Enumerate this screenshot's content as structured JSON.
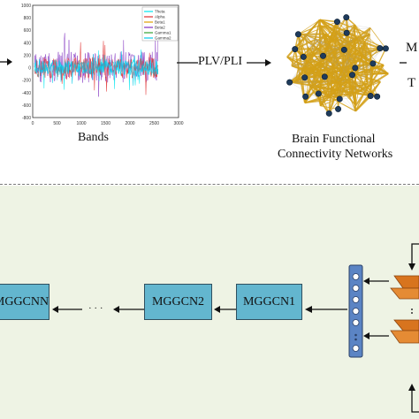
{
  "signal_panel": {
    "y_ticks": [
      "1000",
      "800",
      "600",
      "400",
      "200",
      "0",
      "-200",
      "-400",
      "-600",
      "-800"
    ],
    "x_ticks": [
      "0",
      "500",
      "1000",
      "1500",
      "2000",
      "2500",
      "3000"
    ],
    "legend": [
      {
        "name": "Theta",
        "color": "#00e5ee"
      },
      {
        "name": "Alpha",
        "color": "#e03030"
      },
      {
        "name": "Beta1",
        "color": "#e0a000"
      },
      {
        "name": "Beta2",
        "color": "#8030c0"
      },
      {
        "name": "Gamma1",
        "color": "#30a030"
      },
      {
        "name": "Gamma2",
        "color": "#00c8e8"
      }
    ],
    "caption": "Bands"
  },
  "arrow_label": "PLV/PLI",
  "network_caption": {
    "line1": "Brain Functional",
    "line2": "Connectivity Networks"
  },
  "right_edge_text": {
    "top": "M",
    "bottom": "T"
  },
  "pipeline": {
    "box1": "MGGCNN",
    "ellipsis": "· · ·",
    "box2": "MGGCN2",
    "box3": "MGGCN1"
  },
  "colors": {
    "box_fill": "#63b6cf",
    "bottom_bg": "#eef3e4",
    "network_edge": "#d4a017",
    "node": "#1f3b5c",
    "orange": "#d8741e",
    "vector_fill": "#5b84c4"
  }
}
